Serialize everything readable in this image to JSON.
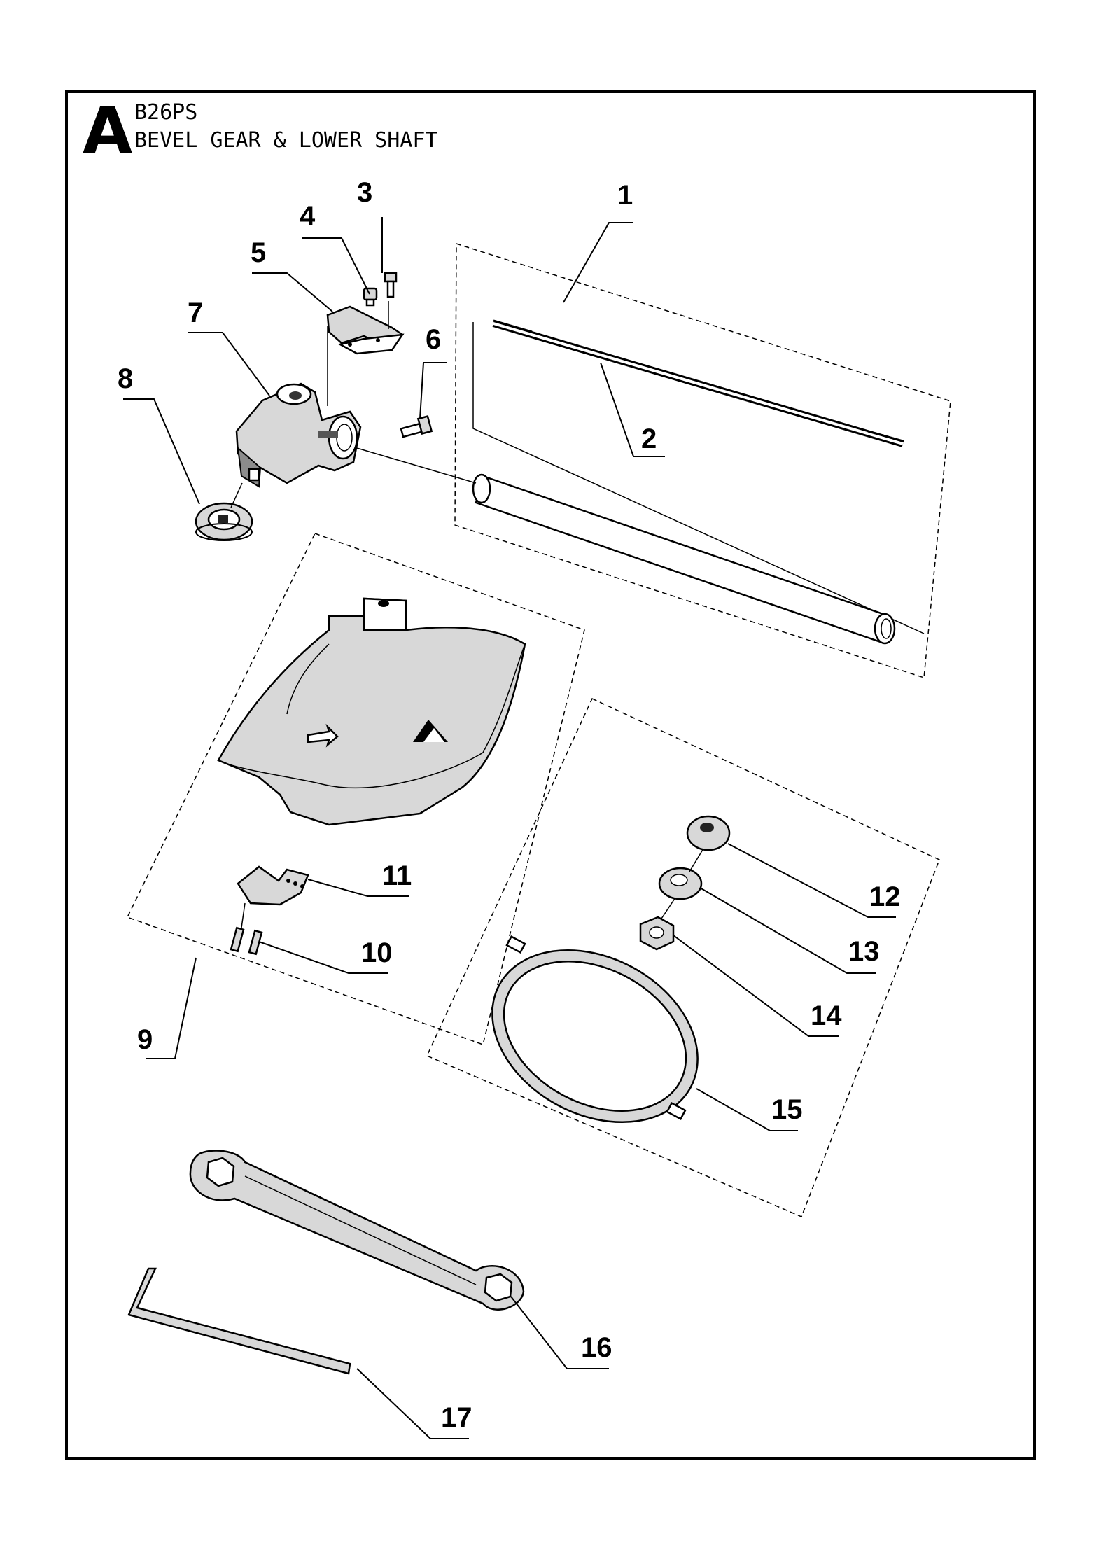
{
  "header": {
    "section_letter": "A",
    "model": "B26PS",
    "title": "BEVEL GEAR & LOWER SHAFT"
  },
  "callouts": [
    "1",
    "2",
    "3",
    "4",
    "5",
    "6",
    "7",
    "8",
    "9",
    "10",
    "11",
    "12",
    "13",
    "14",
    "15",
    "16",
    "17"
  ]
}
